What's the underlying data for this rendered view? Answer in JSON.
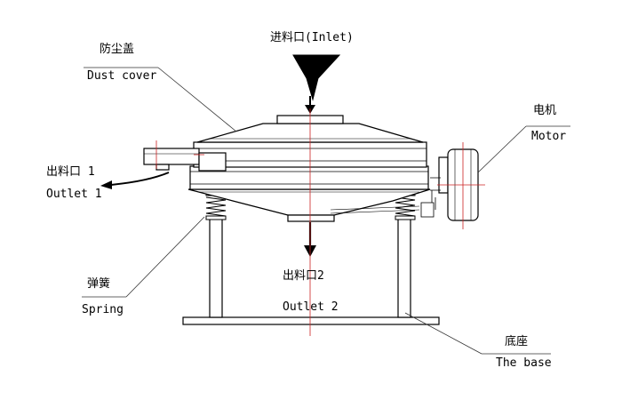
{
  "labels": {
    "inlet": "进料口(Inlet)",
    "dust_cover_cn": "防尘盖",
    "dust_cover_en": "Dust cover",
    "motor_cn": "电机",
    "motor_en": "Motor",
    "outlet1_cn": "出料口 1",
    "outlet1_en": "Outlet 1",
    "outlet2_cn": "出料口2",
    "outlet2_en": "Outlet 2",
    "spring_cn": "弹簧",
    "spring_en": "Spring",
    "base_cn": "底座",
    "base_en": "The base"
  },
  "colors": {
    "line": "#000000",
    "centerline": "#cc2222",
    "leader": "#333333"
  }
}
